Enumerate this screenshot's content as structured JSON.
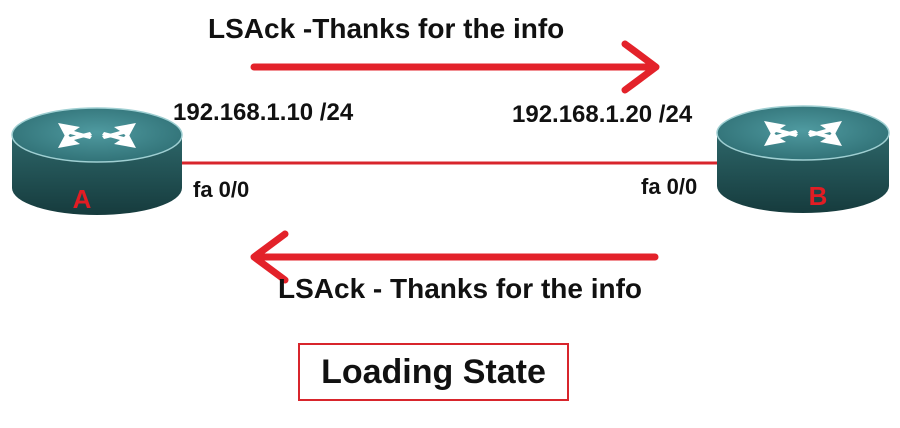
{
  "messages": {
    "forward": "LSAck -Thanks for the info",
    "backward": "LSAck - Thanks for the info"
  },
  "routers": [
    {
      "label": "A",
      "ip": "192.168.1.10 /24",
      "interface": "fa 0/0"
    },
    {
      "label": "B",
      "ip": "192.168.1.20 /24",
      "interface": "fa 0/0"
    }
  ],
  "state": "Loading State",
  "colors": {
    "arrow": "#e3222a",
    "link": "#d8252c",
    "router_label": "#e11d24",
    "router_body": "#2f6a6e",
    "router_top": "#3f8a90",
    "state_border": "#d8252c"
  }
}
